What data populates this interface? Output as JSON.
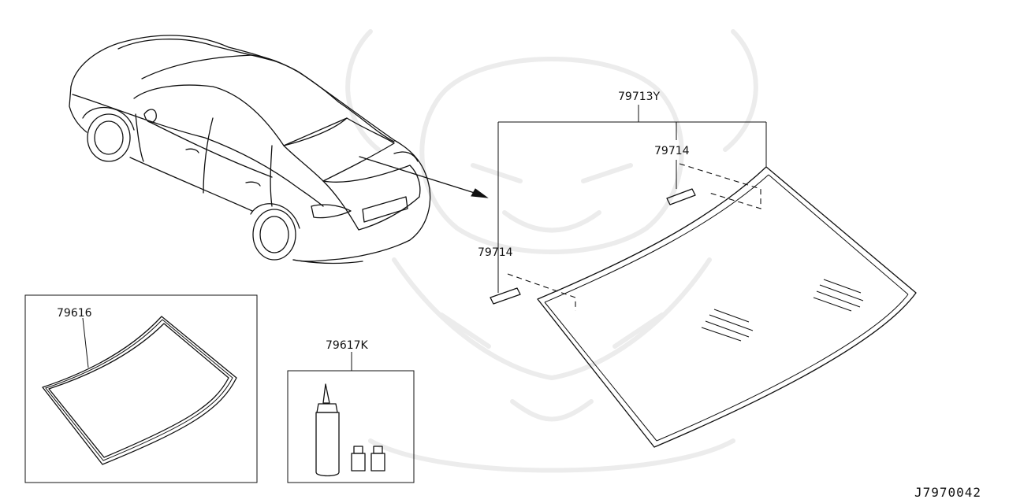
{
  "parts": {
    "rear_window_glass": "79713Y",
    "clip_upper": "79714",
    "clip_lower": "79714",
    "moulding": "79616",
    "adhesive_kit": "79617K"
  },
  "diagram_code": "J7970042"
}
